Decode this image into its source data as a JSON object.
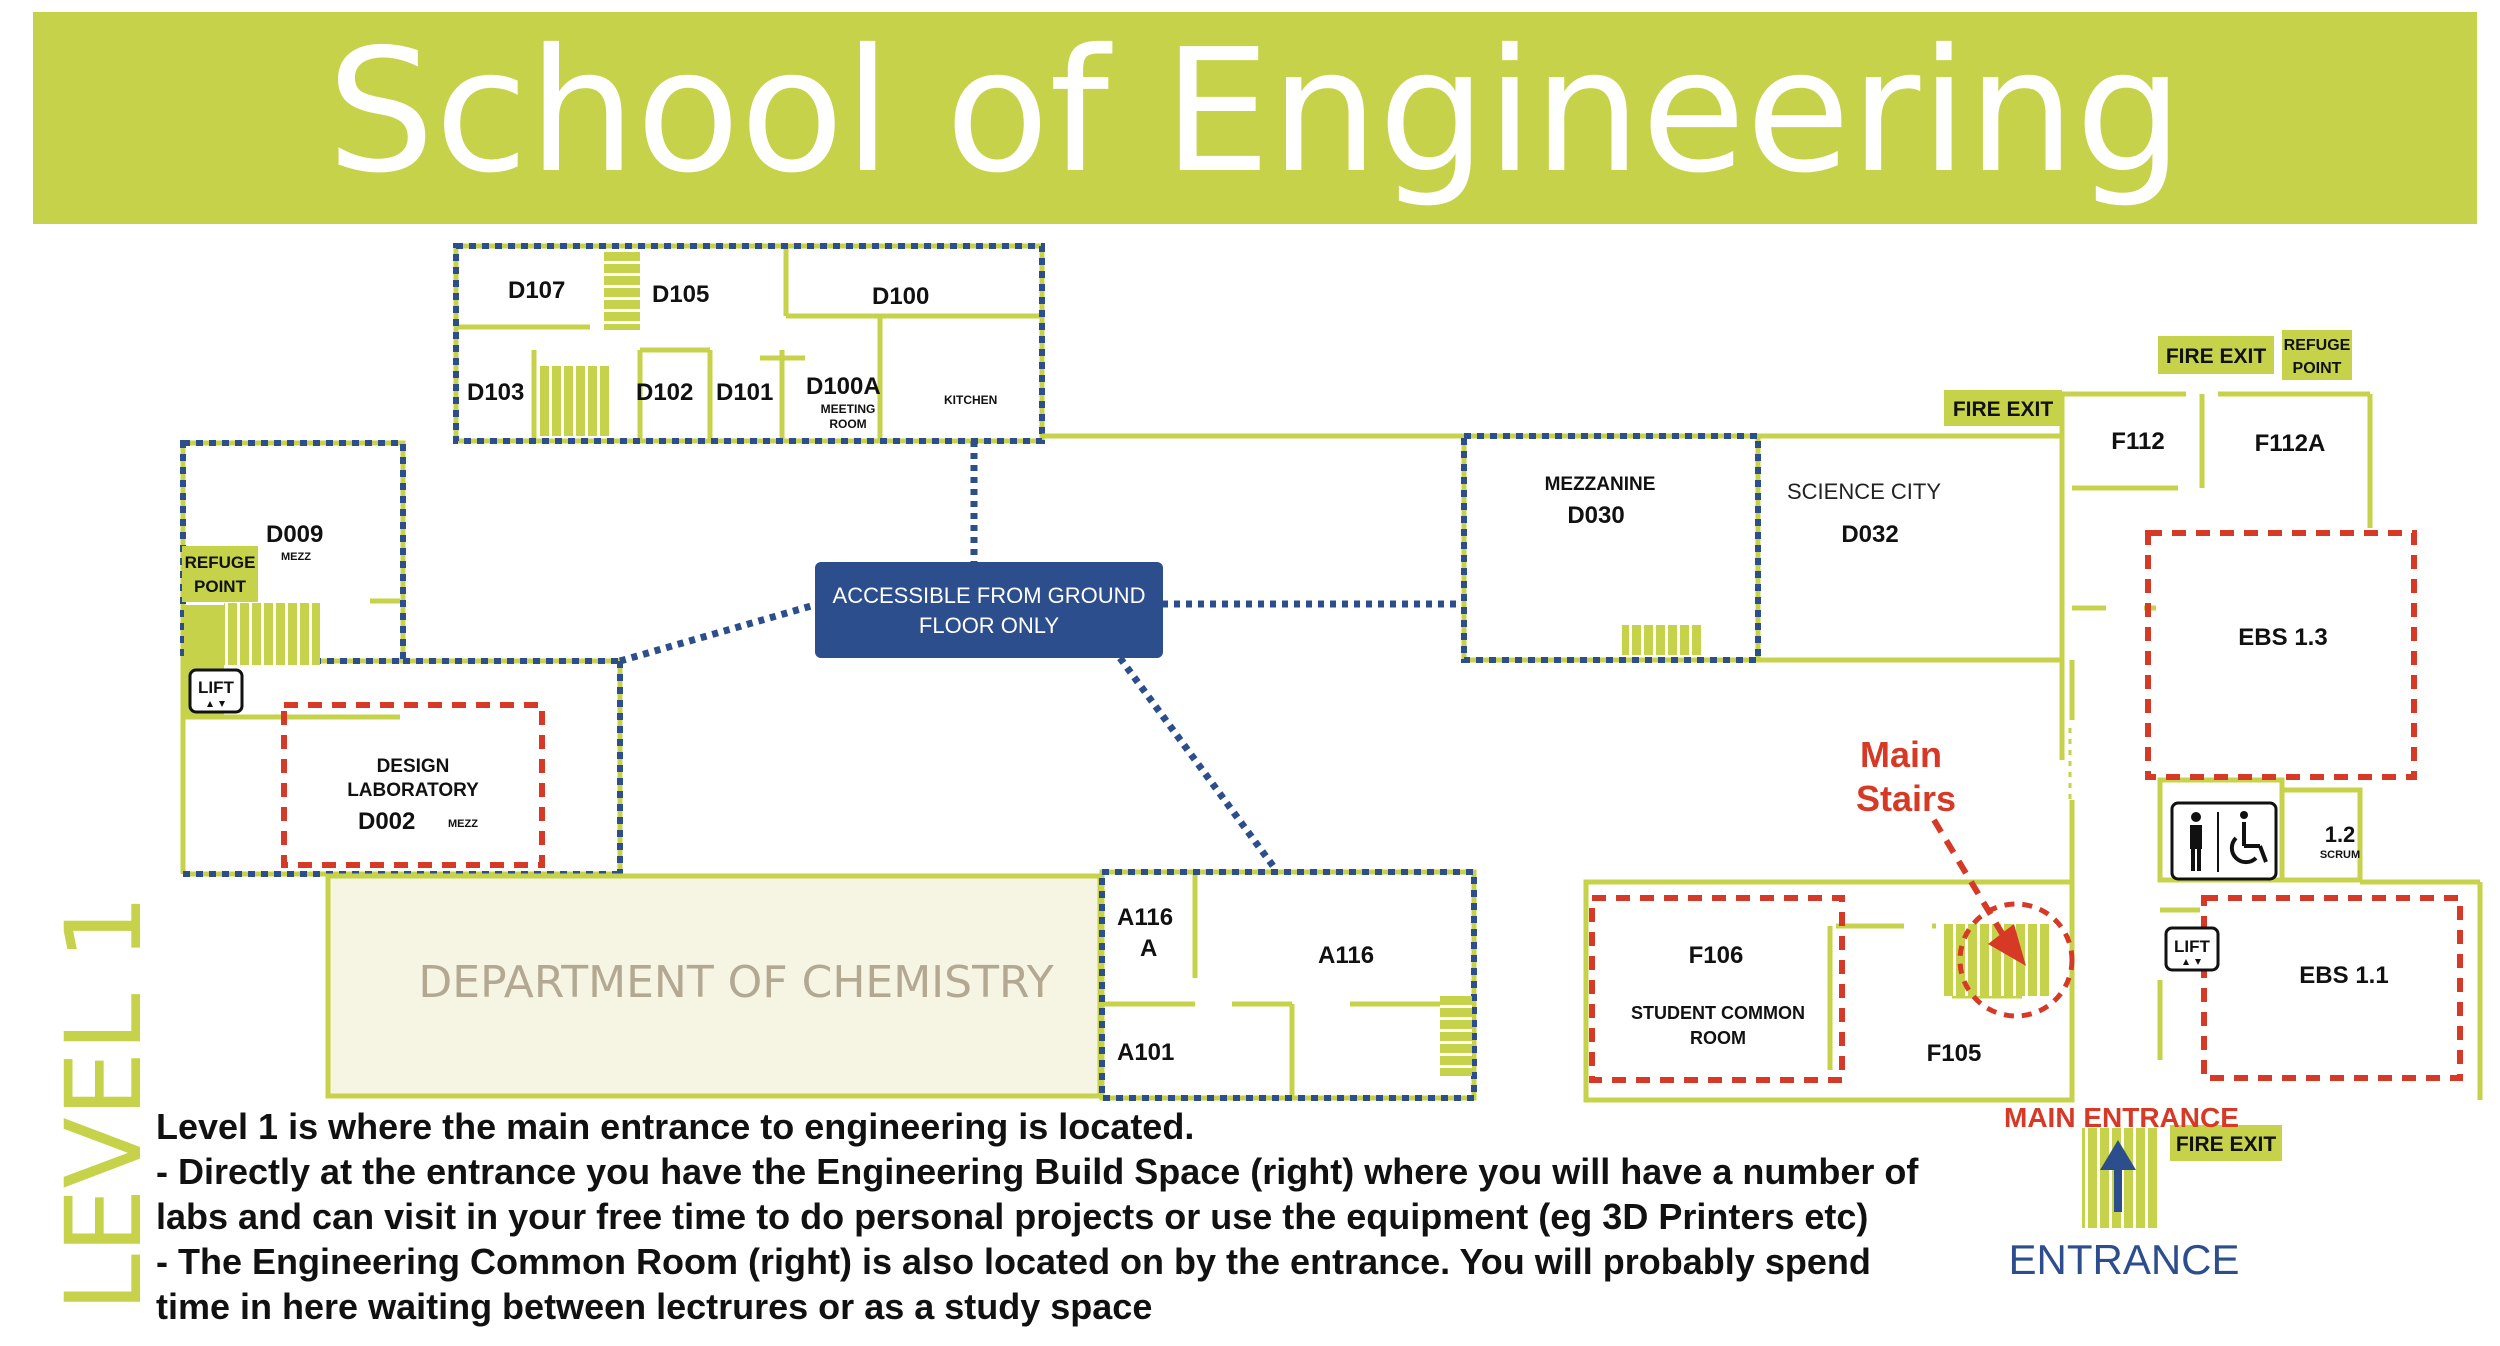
{
  "title": "School of Engineering",
  "level": "LEVEL 1",
  "colors": {
    "lime": "#c6d34a",
    "navy": "#2d4e8c",
    "red": "#d63a26",
    "chemistry_fill": "#f6f5e3",
    "chemistry_text": "#b3a892"
  },
  "rooms": {
    "d107": "D107",
    "d105": "D105",
    "d100": "D100",
    "d103": "D103",
    "d102": "D102",
    "d101": "D101",
    "d100a": "D100A",
    "meeting": "MEETING",
    "room": "ROOM",
    "kitchen": "KITCHEN",
    "d009": "D009",
    "d009_mezz": "MEZZ",
    "design": "DESIGN",
    "laboratory": "LABORATORY",
    "d002": "D002",
    "d002_mezz": "MEZZ",
    "mezzanine": "MEZZANINE",
    "d030": "D030",
    "science_city": "SCIENCE CITY",
    "d032": "D032",
    "f112": "F112",
    "f112a": "F112A",
    "ebs13": "EBS 1.3",
    "r12": "1.2",
    "scrum": "SCRUM",
    "ebs11": "EBS 1.1",
    "f106": "F106",
    "student_common": "STUDENT COMMON",
    "f106_room": "ROOM",
    "f105": "F105",
    "a116a_1": "A116",
    "a116a_2": "A",
    "a116": "A116",
    "a101": "A101",
    "chemistry": "DEPARTMENT OF CHEMISTRY"
  },
  "labels": {
    "accessible_1": "ACCESSIBLE FROM GROUND",
    "accessible_2": "FLOOR ONLY",
    "fire_exit": "FIRE EXIT",
    "refuge": "REFUGE",
    "point": "POINT",
    "lift": "LIFT",
    "main_stairs_1": "Main",
    "main_stairs_2": "Stairs",
    "main_entrance": "MAIN ENTRANCE",
    "entrance": "ENTRANCE"
  },
  "icons": [
    "restroom-icon",
    "wheelchair-icon",
    "lift-arrows-icon",
    "up-arrow-icon",
    "stairs-icon"
  ],
  "description": [
    "Level 1 is where the main entrance to engineering is located.",
    "- Directly at the entrance you have the Engineering Build Space (right) where you will have a number of",
    "labs and can  visit in your free time to do personal projects or use the equipment (eg 3D Printers etc)",
    "- The Engineering Common Room (right) is also located on by the entrance. You will probably spend",
    "time in here waiting between lectrures or as a study space"
  ]
}
